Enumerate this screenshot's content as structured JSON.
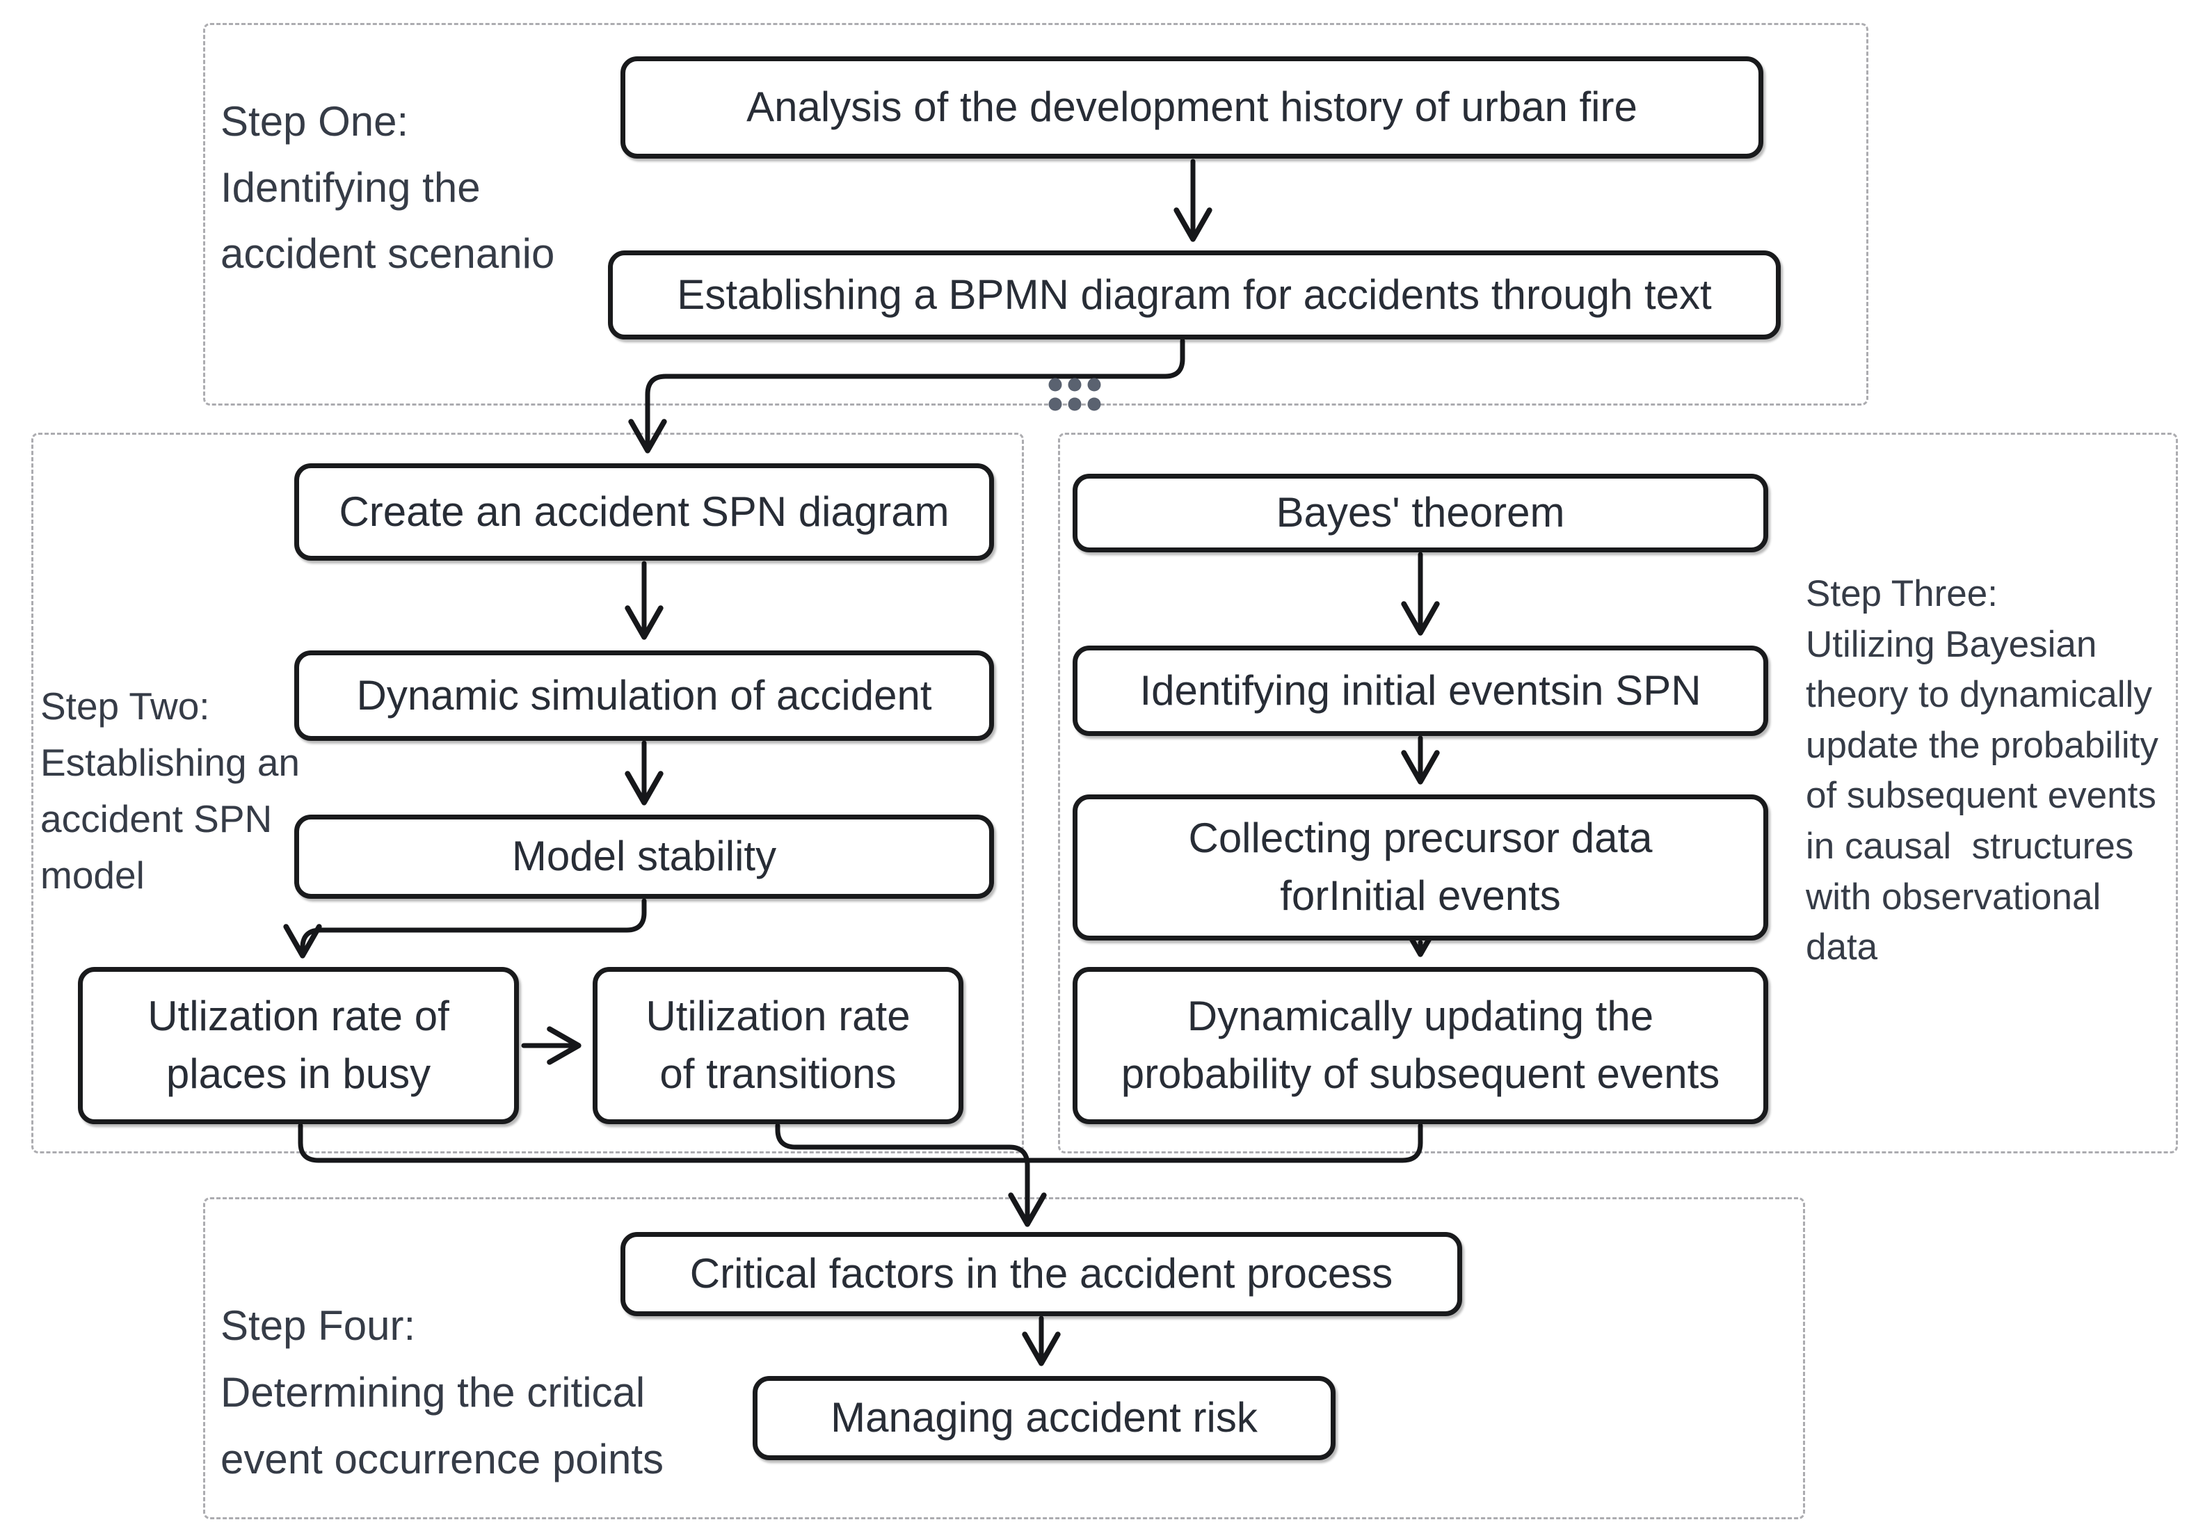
{
  "colors": {
    "background": "#ffffff",
    "box_border": "#191a1c",
    "box_fill": "#ffffff",
    "box_text": "#282d36",
    "label_text": "#363c47",
    "container_border": "#acacb0",
    "connector": "#16171a",
    "dots": "#5a6270"
  },
  "decorations": {
    "dots_grid_icon": "six-dot-grid"
  },
  "steps": [
    {
      "id": "one",
      "label": "Step One:\nIdentifying the\naccident scenanio"
    },
    {
      "id": "two",
      "label": "Step Two:\nEstablishing an\naccident SPN\nmodel"
    },
    {
      "id": "three",
      "label": "Step Three:\nUtilizing Bayesian\ntheory to dynamically\nupdate the probability\nof subsequent events\nin causal  structures\nwith observational\ndata"
    },
    {
      "id": "four",
      "label": "Step Four:\nDetermining the critical\nevent occurrence points"
    }
  ],
  "nodes": {
    "analysis": "Analysis of the development history of urban fire",
    "bpmn": "Establishing a BPMN diagram for accidents through text",
    "create_spn": "Create an accident SPN diagram",
    "dynamic_simulation": "Dynamic simulation of accident",
    "model_stability": "Model stability",
    "utilization_places": "Utlization rate of\nplaces in busy",
    "utilization_transitions": "Utilization rate\nof transitions",
    "bayes_theorem": "Bayes' theorem",
    "identifying_initial": "Identifying initial eventsin SPN",
    "collecting_precursor": "Collecting precursor data\nforInitial events",
    "dynamically_updating": "Dynamically updating the\nprobability of subsequent events",
    "critical_factors": "Critical factors in the accident process",
    "managing_risk": "Managing accident risk"
  }
}
